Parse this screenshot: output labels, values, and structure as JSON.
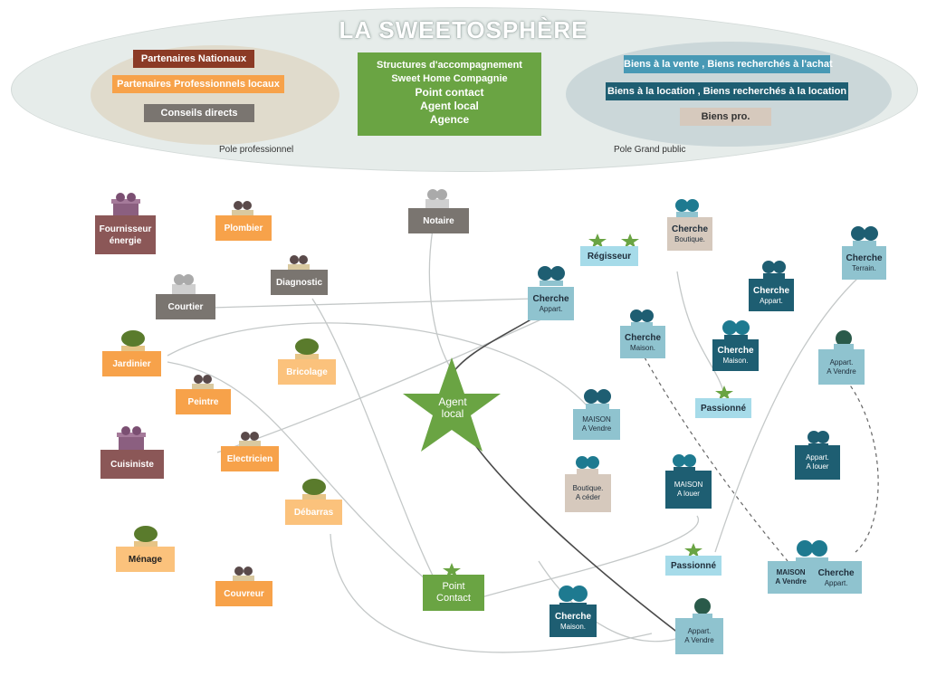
{
  "header": {
    "title": "LA SWEETOSPHÈRE",
    "pole_pro_label": "Pole professionnel",
    "pole_public_label": "Pole Grand public"
  },
  "pole_pro": {
    "partners": "Partenaires Nationaux",
    "local_partners": "Partenaires Professionnels locaux",
    "advice": "Conseils directs"
  },
  "center": {
    "line1": "Structures d'accompagnement",
    "line2": "Sweet Home Compagnie",
    "line3": "Point contact",
    "line4": "Agent local",
    "line5": "Agence"
  },
  "pole_public": {
    "sale": "Biens à la vente , Biens recherchés à l'achat",
    "rent": "Biens à la location , Biens recherchés à la location",
    "pro": "Biens pro."
  },
  "hub": {
    "line1": "Agent",
    "line2": "local"
  },
  "point_contact": {
    "line1": "Point",
    "line2": "Contact"
  },
  "pros": {
    "fournisseur_1": "Fournisseur",
    "fournisseur_2": "énergie",
    "plombier": "Plombier",
    "notaire": "Notaire",
    "diagnostic": "Diagnostic",
    "courtier": "Courtier",
    "jardinier": "Jardinier",
    "bricolage": "Bricolage",
    "peintre": "Peintre",
    "cuisiniste": "Cuisiniste",
    "electricien": "Electricien",
    "debarras": "Débarras",
    "menage": "Ménage",
    "couvreur": "Couvreur"
  },
  "public": {
    "regisseur": "Régisseur",
    "cherche": "Cherche",
    "appart": "Appart.",
    "maison": "Maison.",
    "boutique": "Boutique.",
    "terrain": "Terrain.",
    "passionne": "Passionné",
    "maison_caps": "MAISON",
    "a_vendre": "A Vendre",
    "a_louer": "A louer",
    "boutique_cap": "Boutique.",
    "a_ceder": "A céder",
    "appart_vendre_1": "Appart.",
    "appart_louer_1": "Appart.",
    "a_louer_small": "A louer",
    "a_vendre_small": "A Vendre"
  },
  "colors": {
    "green": "#6aa443",
    "orange": "#f7a24a",
    "dark_red": "#8b3a25",
    "brown": "#8b5757",
    "grey": "#7a7570",
    "teal": "#1e5e72",
    "light_blue": "#8fc3cf",
    "pale_blue": "#a6dbe9",
    "beige": "#d6c9bd",
    "light_orange": "#fbc27c"
  }
}
